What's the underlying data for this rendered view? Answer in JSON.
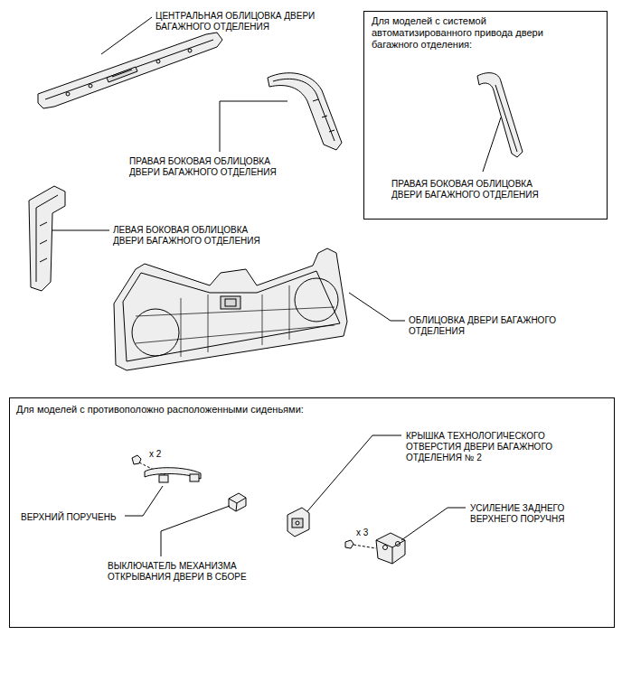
{
  "diagram": {
    "nodes": [
      {
        "text": [
          "Для моделей с системой автоматизированного привода двери багажного отделения:",
          "ПРАВАЯ БОКОВАЯ ОБЛИЦОВКА ДВЕРИ БАГАЖНОГО ОТДЕЛЕНИЯ"
        ]
      },
      {
        "text": [
          "Для моделей с противоположно расположенными сиденьями:",
          "КРЫШКА ТЕХНОЛОГИЧЕСКОГО ОТВЕРСТИЯ ДВЕРИ БАГАЖНОГО ОТДЕЛЕНИЯ № 2",
          "x 2",
          "УСИЛЕНИЕ ЗАДНЕГО ВЕРХНЕГО ПОРУЧНЯ",
          "ВЕРХНИЙ ПОРУЧЕНЬ",
          "x 3",
          "ВЫКЛЮЧАТЕЛЬ МЕХАНИЗМА ОТКРЫВАНИЯ ДВЕРИ В СБОРЕ"
        ]
      }
    ],
    "labels": [
      "ЦЕНТРАЛЬНАЯ ОБЛИЦОВКА ДВЕРИ БАГАЖНОГО ОТДЕЛЕНИЯ",
      "ПРАВАЯ БОКОВАЯ ОБЛИЦОВКА ДВЕРИ БАГАЖНОГО ОТДЕЛЕНИЯ",
      "ЛЕВАЯ БОКОВАЯ ОБЛИЦОВКА ДВЕРИ БАГАЖНОГО ОТДЕЛЕНИЯ",
      "ОБЛИЦОВКА ДВЕРИ БАГАЖНОГО ОТДЕЛЕНИЯ"
    ]
  }
}
